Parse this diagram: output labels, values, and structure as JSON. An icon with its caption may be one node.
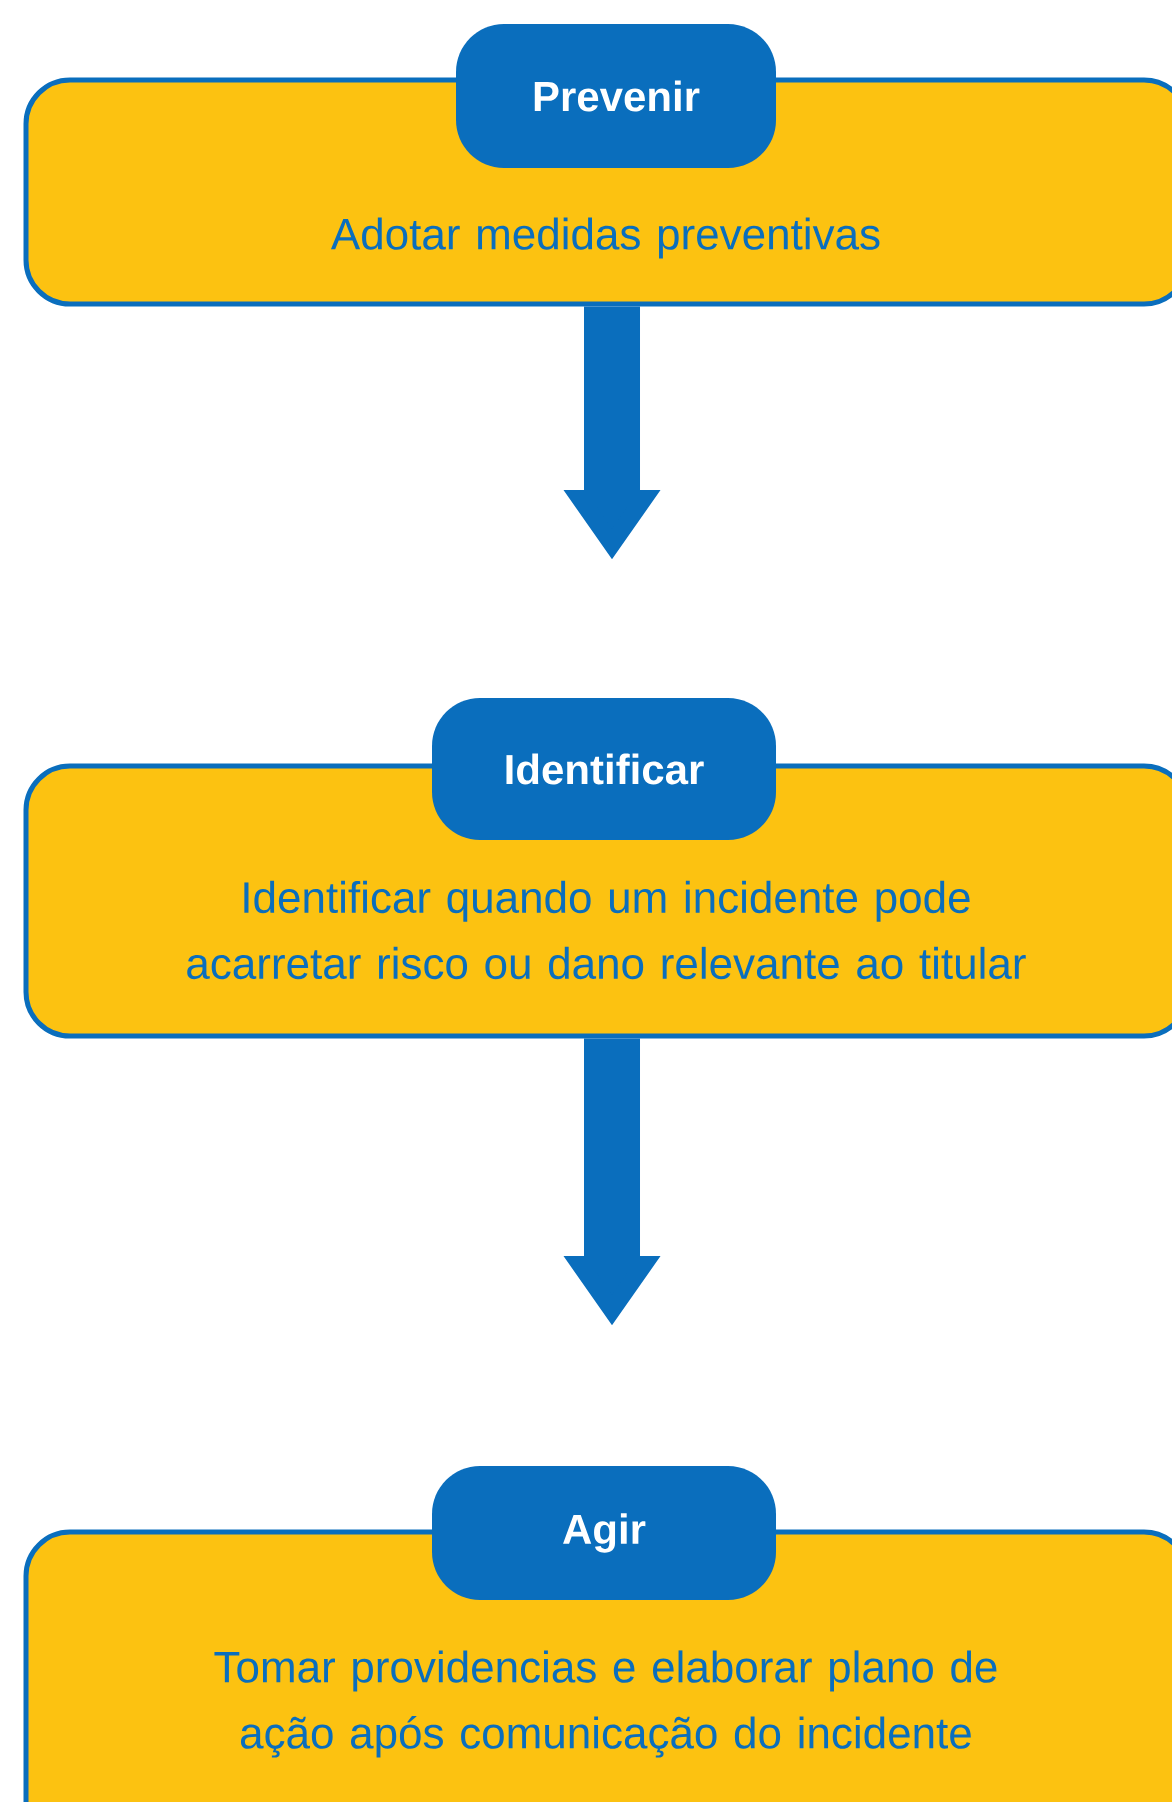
{
  "diagram": {
    "nodes": [
      {
        "text": [
          "Prevenir",
          "Adotar medidas preventivas"
        ]
      },
      {
        "text": [
          "Identificar",
          "Identificar quando um incidente pode acarretar risco ou dano relevante ao titular"
        ]
      },
      {
        "text": [
          "Agir",
          "Tomar providencias e elaborar plano de ação após comunicação do incidente"
        ]
      }
    ],
    "edges": [
      {
        "from": 0,
        "to": null,
        "arrow": "to"
      },
      {
        "from": 1,
        "to": null,
        "arrow": "to"
      }
    ]
  }
}
